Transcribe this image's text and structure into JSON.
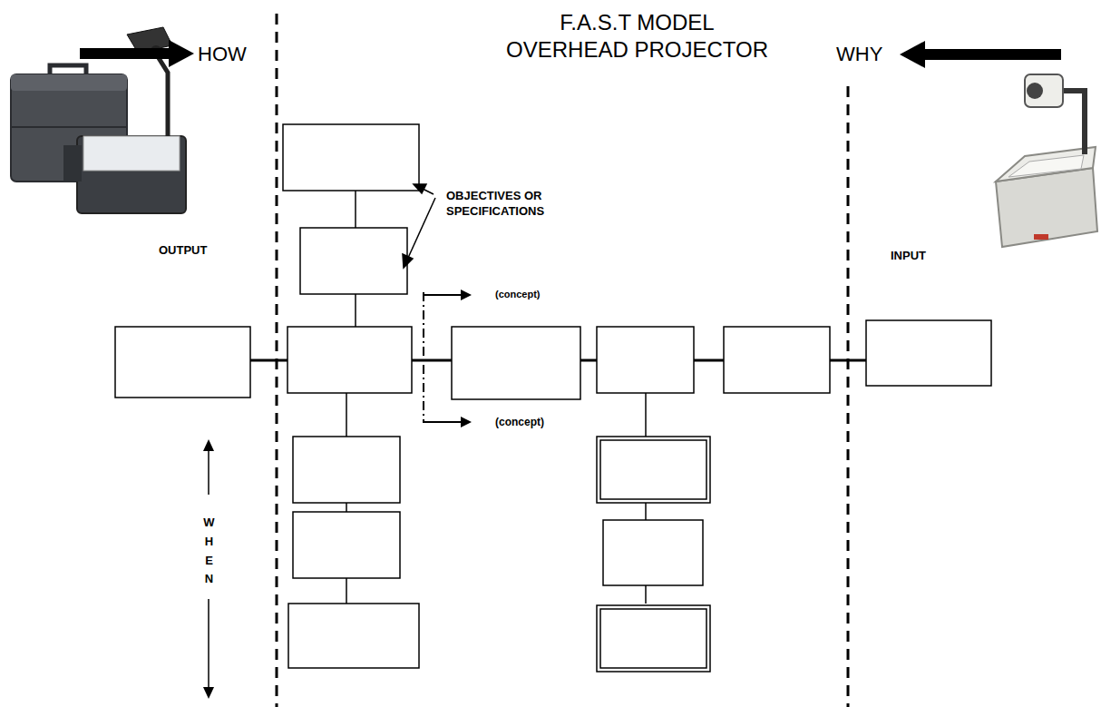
{
  "diagram": {
    "title": "F.A.S.T MODEL OVERHEAD PROJECTOR",
    "labels": [
      "HOW",
      "WHY",
      "OBJECTIVES OR SPECIFICATIONS",
      "(concept)",
      "OUTPUT",
      "INPUT",
      "(concept)",
      "WHEN"
    ]
  }
}
